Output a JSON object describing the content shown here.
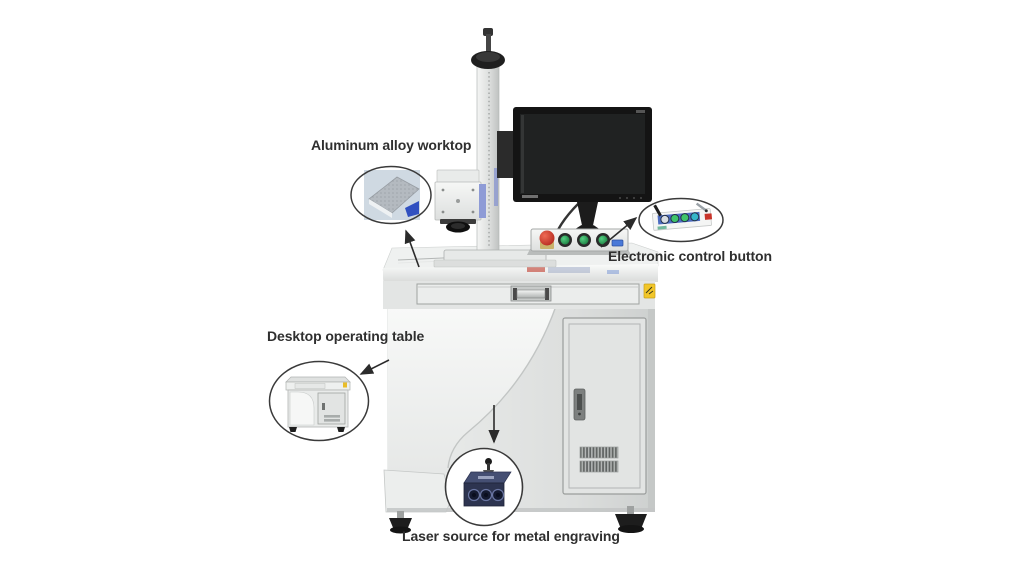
{
  "figure_type": "annotated-product-diagram",
  "subject": "desktop fiber laser marking machine",
  "callouts": [
    {
      "id": "worktop",
      "label": "Aluminum alloy worktop"
    },
    {
      "id": "control-button",
      "label": "Electronic control button"
    },
    {
      "id": "operating-table",
      "label": "Desktop operating table"
    },
    {
      "id": "laser-source",
      "label": "Laser source for metal engraving"
    }
  ],
  "colors": {
    "background": "#ffffff",
    "label_text": "#2f2f2f",
    "machine_body_gray": "#e7e9e8",
    "monitor_black": "#161616",
    "emergency_stop_red": "#c0392b",
    "button_green": "#1f9e4a",
    "warning_label_yellow": "#f2c629",
    "laser_box_navy": "#2d3450",
    "worktop_plate_gray": "#b4bac0",
    "inset_accent_blue": "#3050c0",
    "annotation_line": "#2b2b2b"
  }
}
